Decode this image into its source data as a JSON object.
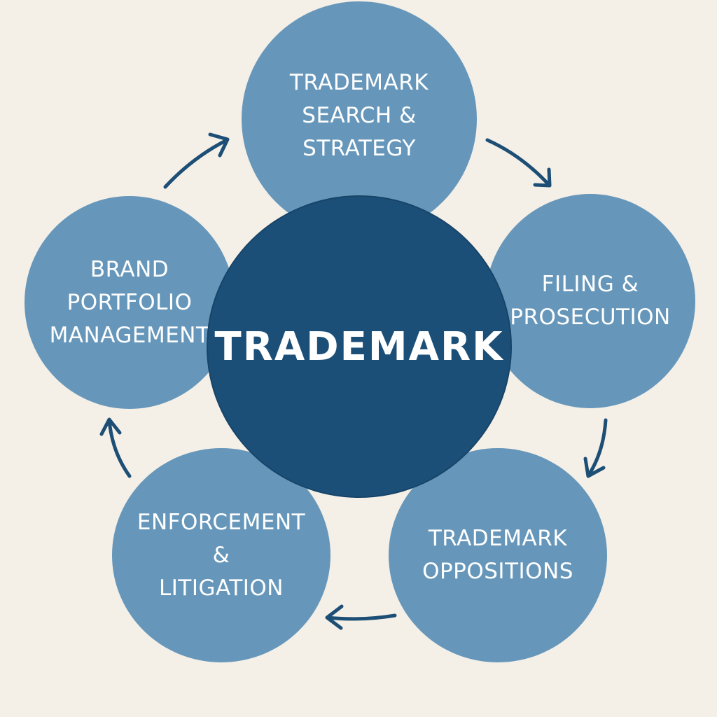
{
  "center": {
    "label": "TRADEMARK"
  },
  "stages": [
    {
      "label": "TRADEMARK\nSEARCH &\nSTRATEGY"
    },
    {
      "label": "FILING &\nPROSECUTION"
    },
    {
      "label": "TRADEMARK\nOPPOSITIONS"
    },
    {
      "label": "ENFORCEMENT\n&\nLITIGATION"
    },
    {
      "label": "BRAND\nPORTFOLIO\nMANAGEMENT"
    }
  ],
  "colors": {
    "stage": "#6697ba",
    "center": "#1c4f77",
    "arrow": "#1d4e75",
    "background": "#f4efe7"
  }
}
